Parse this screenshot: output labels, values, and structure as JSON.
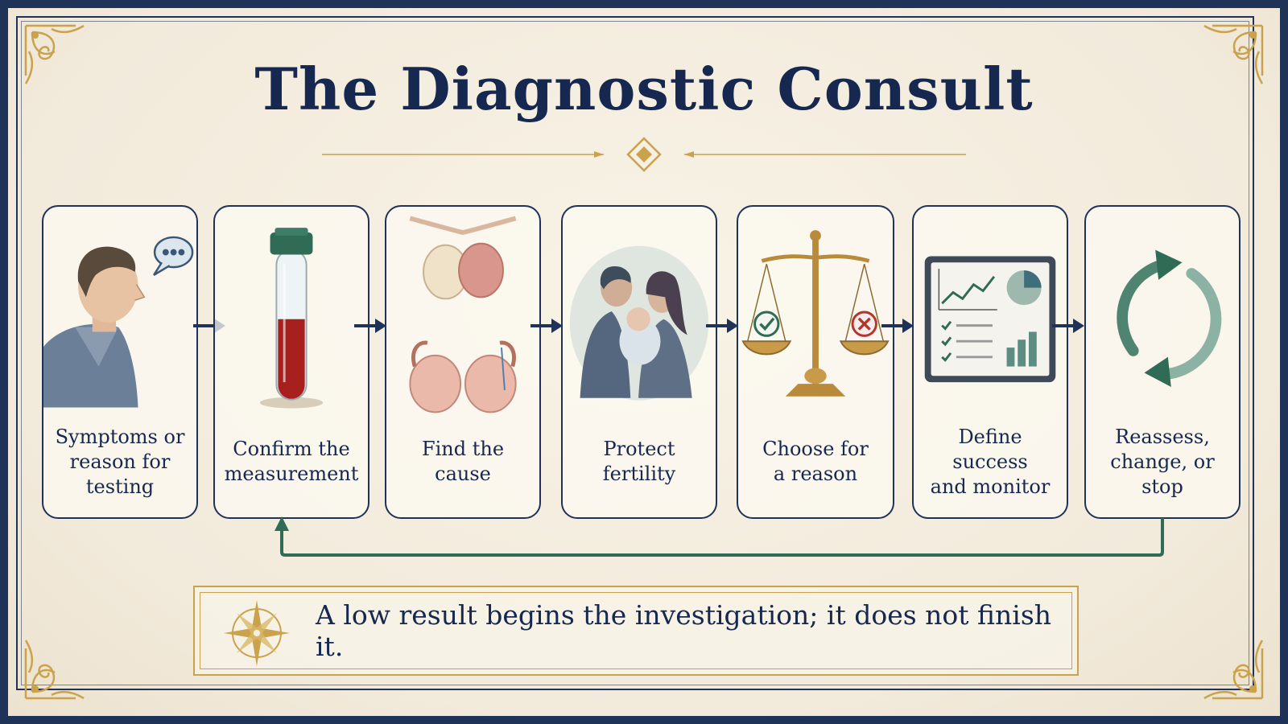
{
  "title": "The Diagnostic Consult",
  "steps": [
    {
      "label": "Symptoms or\nreason for\ntesting",
      "icon": "man-speaking-icon"
    },
    {
      "label": "Confirm the\nmeasurement",
      "icon": "blood-test-tube-icon"
    },
    {
      "label": "Find the\ncause",
      "icon": "testes-anatomy-icon"
    },
    {
      "label": "Protect\nfertility",
      "icon": "family-icon"
    },
    {
      "label": "Choose for\na reason",
      "icon": "balance-scale-icon"
    },
    {
      "label": "Define success\nand monitor",
      "icon": "monitor-dashboard-icon"
    },
    {
      "label": "Reassess,\nchange, or\nstop",
      "icon": "cycle-arrows-icon"
    }
  ],
  "callout": {
    "text": "A low result begins the investigation; it does not finish it.",
    "icon": "compass-rose-icon"
  },
  "colors": {
    "navy": "#1f3358",
    "gold": "#c9a24b",
    "green": "#2f6b55",
    "paper": "#f5efe1",
    "blood": "#a8201e"
  }
}
